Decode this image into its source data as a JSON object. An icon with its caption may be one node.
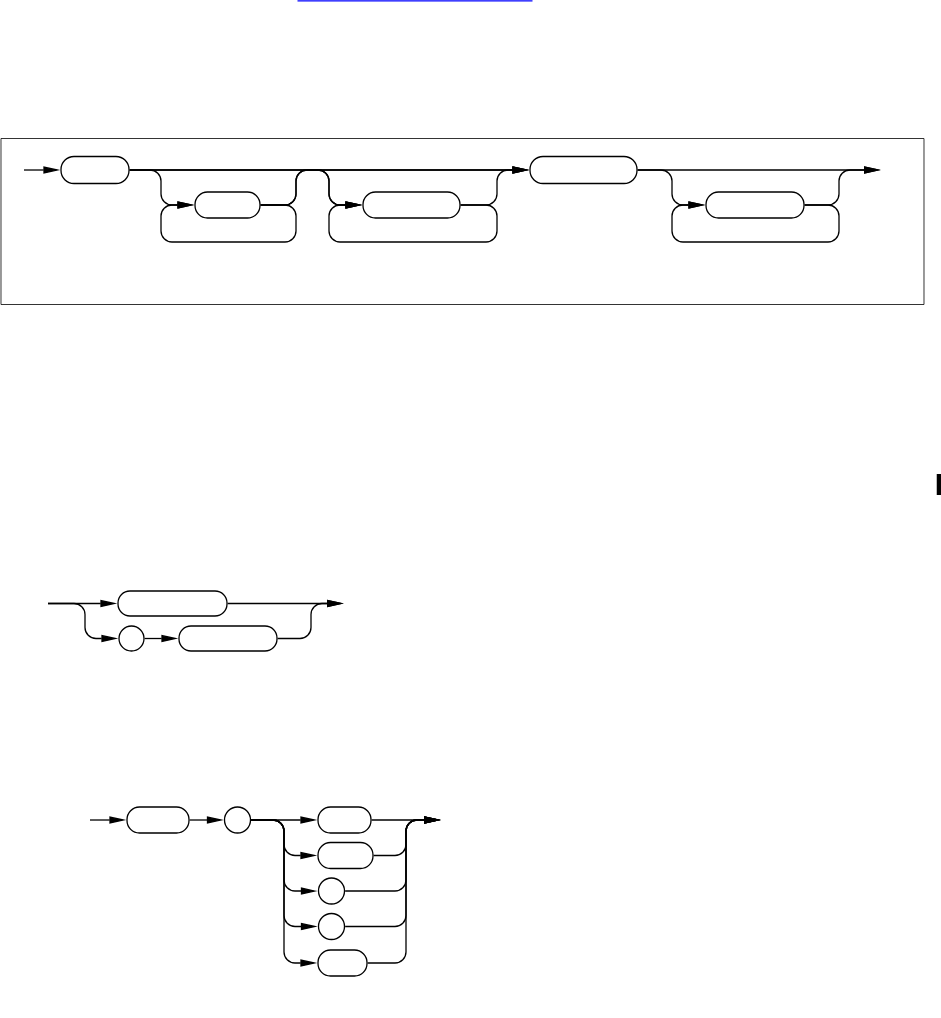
{
  "diagram": {
    "nodes": [
      {
        "text": [],
        "shape": "box"
      },
      {
        "text": [],
        "shape": "box"
      },
      {
        "text": [],
        "shape": "box"
      },
      {
        "text": [],
        "shape": "box"
      },
      {
        "text": [],
        "shape": "box"
      },
      {
        "text": [],
        "shape": "box"
      },
      {
        "text": [],
        "shape": "circle"
      },
      {
        "text": [],
        "shape": "box"
      },
      {
        "text": [],
        "shape": "box"
      },
      {
        "text": [],
        "shape": "circle"
      },
      {
        "text": [],
        "shape": "box"
      },
      {
        "text": [],
        "shape": "box"
      },
      {
        "text": [],
        "shape": "circle"
      },
      {
        "text": [],
        "shape": "circle"
      },
      {
        "text": [],
        "shape": "box"
      }
    ],
    "edges": [
      {
        "from": null,
        "to": 0,
        "arrow": "to"
      },
      {
        "from": 0,
        "to": 1,
        "arrow": "to"
      },
      {
        "from": 0,
        "to": 2,
        "arrow": "to"
      },
      {
        "from": 0,
        "to": 3,
        "arrow": "to"
      },
      {
        "from": 1,
        "to": 1,
        "arrow": "to"
      },
      {
        "from": 1,
        "to": 2,
        "arrow": "to"
      },
      {
        "from": 1,
        "to": 3,
        "arrow": "to"
      },
      {
        "from": 2,
        "to": 2,
        "arrow": "to"
      },
      {
        "from": 2,
        "to": 3,
        "arrow": "to"
      },
      {
        "from": 3,
        "to": 4,
        "arrow": "to"
      },
      {
        "from": 3,
        "to": null,
        "arrow": "to"
      },
      {
        "from": 4,
        "to": 4,
        "arrow": "to"
      },
      {
        "from": 4,
        "to": null,
        "arrow": "to"
      },
      {
        "from": null,
        "to": 5,
        "arrow": "to"
      },
      {
        "from": null,
        "to": 6,
        "arrow": "to"
      },
      {
        "from": 6,
        "to": 7,
        "arrow": "to"
      },
      {
        "from": 5,
        "to": null,
        "arrow": "to"
      },
      {
        "from": 7,
        "to": null,
        "arrow": "to"
      },
      {
        "from": null,
        "to": 8,
        "arrow": "to"
      },
      {
        "from": 8,
        "to": 9,
        "arrow": "to"
      },
      {
        "from": 9,
        "to": 10,
        "arrow": "to"
      },
      {
        "from": 9,
        "to": 11,
        "arrow": "to"
      },
      {
        "from": 9,
        "to": 12,
        "arrow": "to"
      },
      {
        "from": 9,
        "to": 13,
        "arrow": "to"
      },
      {
        "from": 9,
        "to": 14,
        "arrow": "to"
      },
      {
        "from": 10,
        "to": null,
        "arrow": "to"
      },
      {
        "from": 11,
        "to": null,
        "arrow": "to"
      },
      {
        "from": 12,
        "to": null,
        "arrow": "to"
      },
      {
        "from": 13,
        "to": null,
        "arrow": "to"
      },
      {
        "from": 14,
        "to": null,
        "arrow": "to"
      }
    ]
  }
}
